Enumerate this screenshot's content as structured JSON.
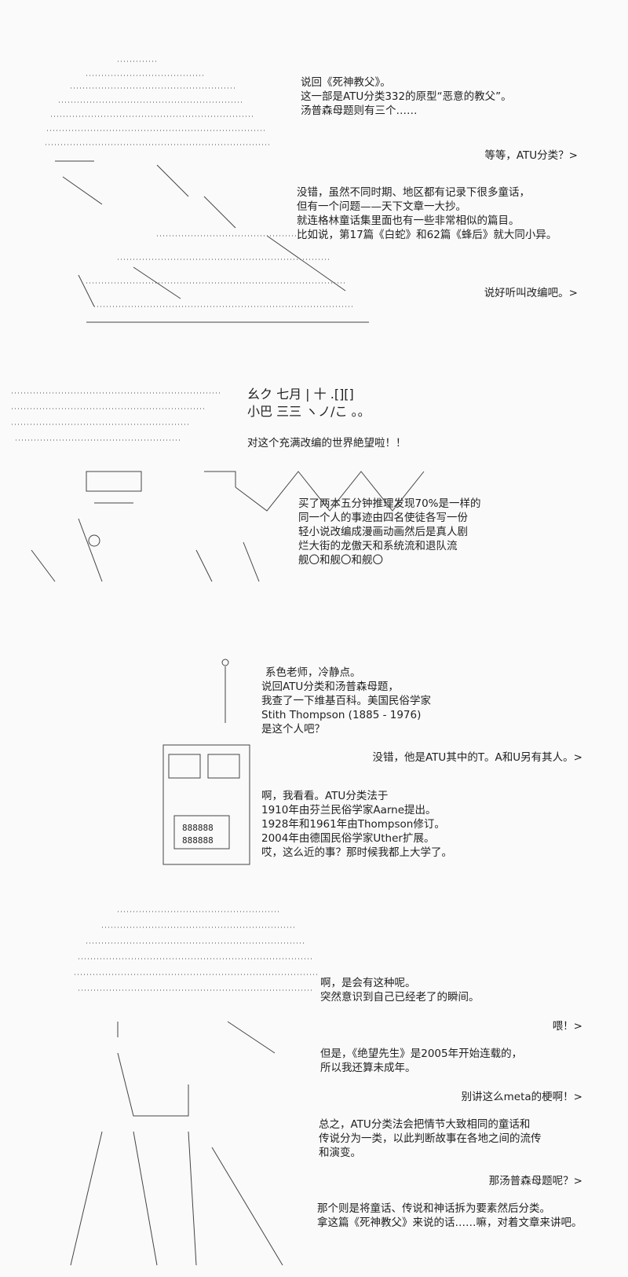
{
  "panel1": {
    "block1": [
      "说回《死神教父》。",
      "这一部是ATU分类332的原型“恶意的教父”。",
      "汤普森母题则有三个……"
    ],
    "reply1": "等等，ATU分类？>",
    "block2": [
      "没错，虽然不同时期、地区都有记录下很多童话，",
      "但有一个问题——天下文章一大抄。",
      "就连格林童话集里面也有一些非常相似的篇目。",
      "比如说，第17篇《白蛇》和62篇《蜂后》就大同小异。"
    ],
    "reply2": "说好听叫改编吧。>"
  },
  "panel2": {
    "shout": [
      "幺ク 七月 |  十 .[][]",
      "小巴 三三 ヽノ/こ 。。"
    ],
    "line": "对这个充满改编的世界絶望啦！！",
    "block": [
      "买了两本五分钟推理发现70%是一样的",
      "同一个人的事迹由四名使徒各写一份",
      "轻小说改编成漫画动画然后是真人剧",
      "烂大街的龙傲天和系统流和退队流",
      "舰〇和舰〇和舰〇"
    ]
  },
  "panel3": {
    "block1": [
      "系色老师，冷静点。",
      "说回ATU分类和汤普森母题，",
      "我查了一下维基百科。美国民俗学家",
      "Stith Thompson (1885 - 1976)",
      "是这个人吧？"
    ],
    "reply": "没错，他是ATU其中的T。A和U另有其人。>",
    "block2": [
      "啊，我看看。ATU分类法于",
      "1910年由芬兰民俗学家Aarne提出。",
      "1928年和1961年由Thompson修订。",
      "2004年由德国民俗学家Uther扩展。",
      "哎，这么近的事？那时候我都上大学了。"
    ],
    "device_display": [
      "888888",
      "888888"
    ]
  },
  "panel4": {
    "block1": [
      "啊，是会有这种呢。",
      "突然意识到自己已经老了的瞬间。"
    ],
    "reply1": "喂！>",
    "block2": [
      "但是，《绝望先生》是2005年开始连载的，",
      "所以我还算未成年。"
    ],
    "reply2": "别讲这么meta的梗啊！>",
    "block3": [
      "总之，ATU分类法会把情节大致相同的童话和",
      "传说分为一类，以此判断故事在各地之间的流传",
      "和演变。"
    ],
    "reply3": "那汤普森母题呢？>",
    "block4": [
      "那个则是将童话、传说和神话拆为要素然后分类。",
      "拿这篇《死神教父》来说的话……嘛，对着文章来讲吧。"
    ]
  }
}
